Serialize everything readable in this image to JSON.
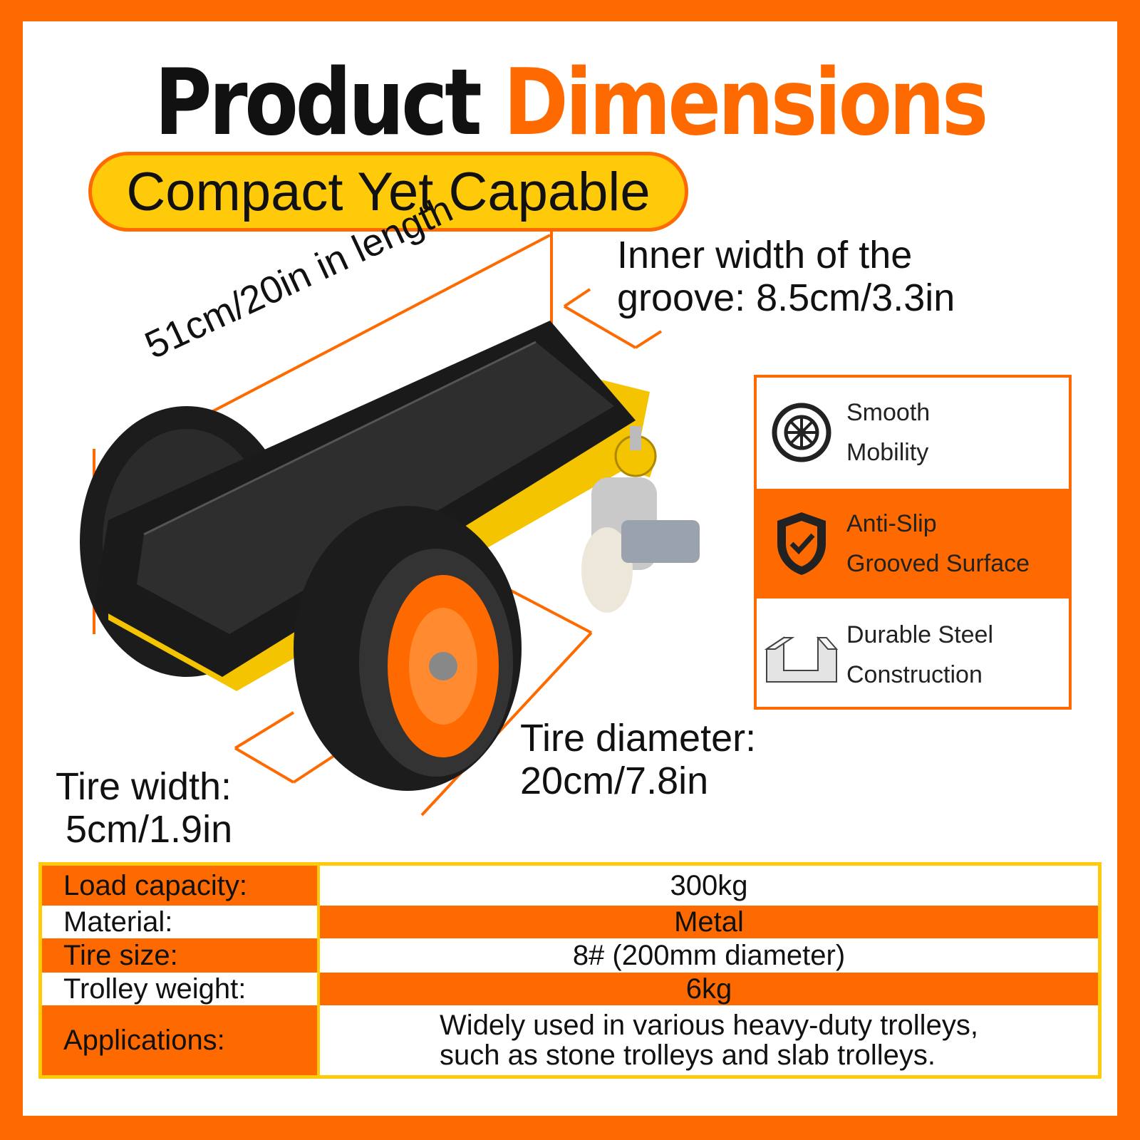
{
  "title": {
    "word1": "Product",
    "word2": "Dimensions"
  },
  "subtitle": "Compact Yet Capable",
  "dimensions": {
    "length": "51cm/20in in length",
    "groove_line1": "Inner width of the",
    "groove_line2": "groove: 8.5cm/3.3in",
    "tire_width_line1": "Tire width:",
    "tire_width_line2": "5cm/1.9in",
    "tire_diameter_line1": "Tire diameter:",
    "tire_diameter_line2": "20cm/7.8in"
  },
  "features": [
    {
      "line1": "Smooth",
      "line2": "Mobility",
      "icon": "wheel-icon"
    },
    {
      "line1": "Anti-Slip",
      "line2": "Grooved Surface",
      "icon": "shield-check-icon"
    },
    {
      "line1": "Durable Steel",
      "line2": "Construction",
      "icon": "steel-channel-icon"
    }
  ],
  "specs": [
    {
      "label": "Load capacity:",
      "value": "300kg"
    },
    {
      "label": "Material:",
      "value": "Metal"
    },
    {
      "label": "Tire size:",
      "value": "8# (200mm diameter)"
    },
    {
      "label": "Trolley weight:",
      "value": "6kg"
    },
    {
      "label": "Applications:",
      "value_line1": "Widely used in various heavy-duty trolleys,",
      "value_line2": "such as stone trolleys and slab trolleys."
    }
  ],
  "colors": {
    "accent": "#ff6a00",
    "highlight": "#ffca0a",
    "text": "#111111"
  }
}
